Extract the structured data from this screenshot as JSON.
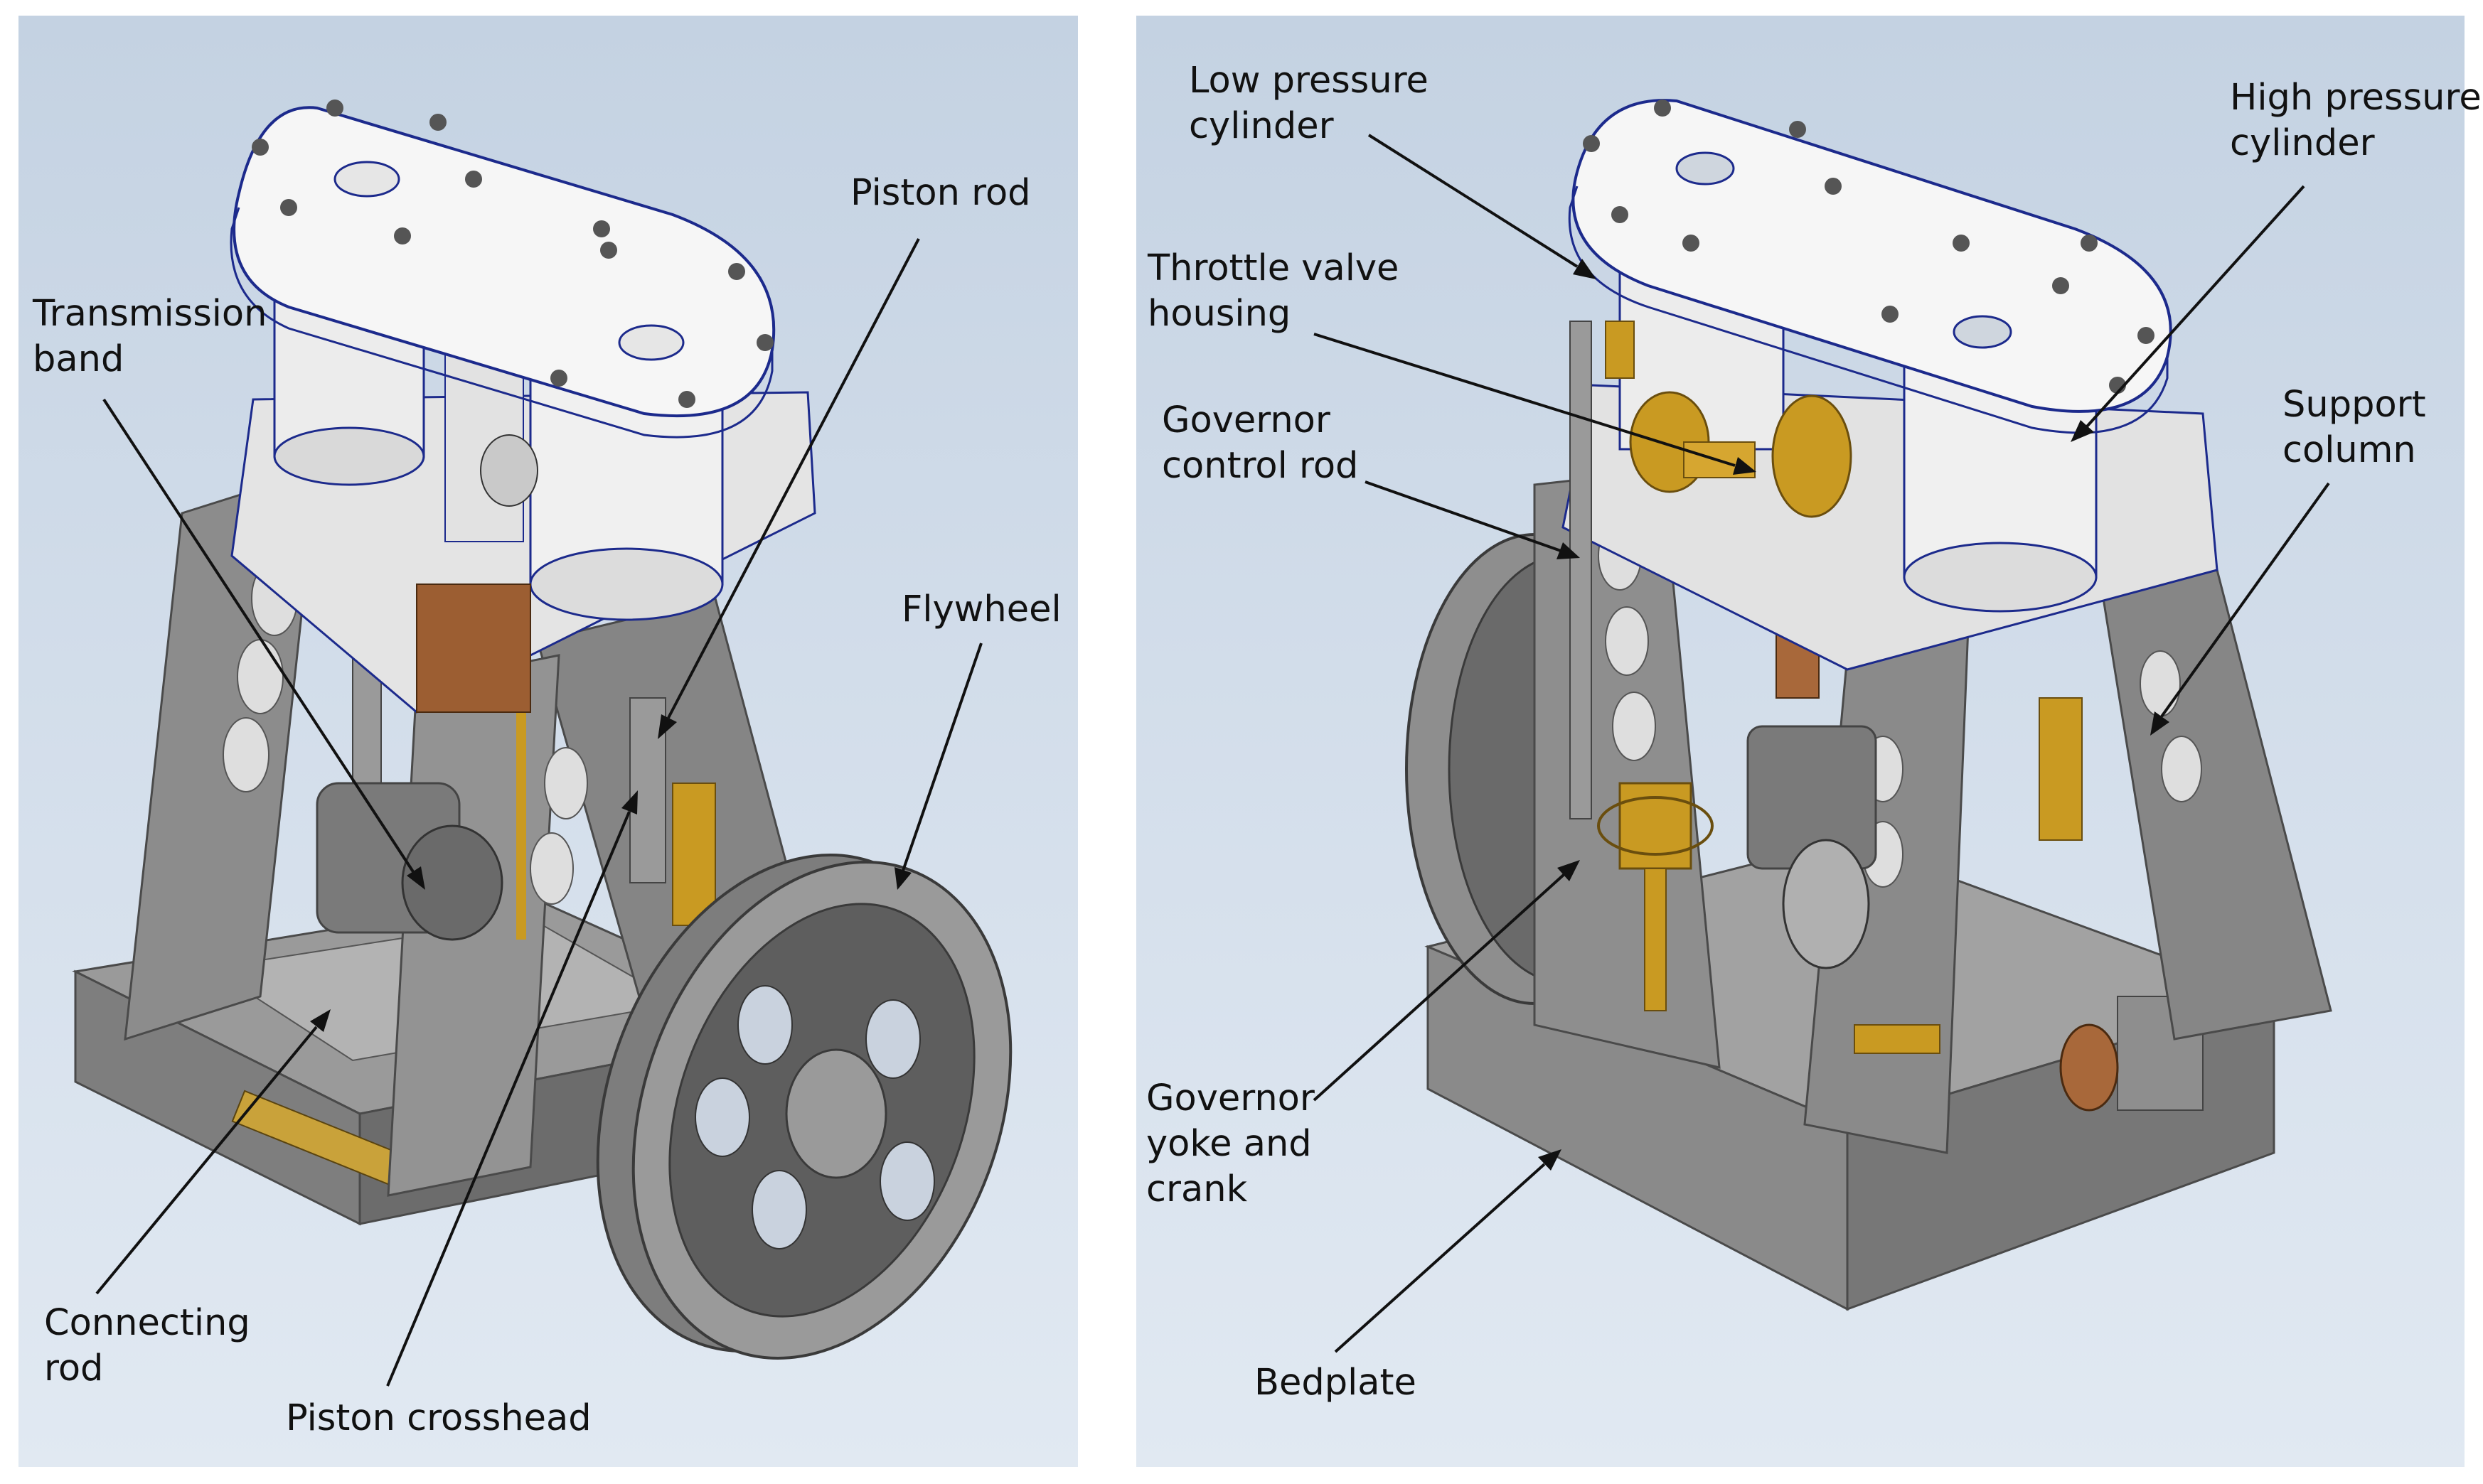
{
  "colors": {
    "background": "#c9d6e5",
    "metal_gray": "#8a8a8a",
    "metal_dark": "#5d5d5d",
    "cylinder_white": "#ececec",
    "cover_white": "#f4f4f4",
    "brass": "#c99a22",
    "copper": "#a8683a",
    "outline_blue": "#1c2a8c",
    "text": "#111111"
  },
  "left_view": {
    "labels": {
      "piston_rod": "Piston rod",
      "transmission_band": "Transmission\nband",
      "flywheel": "Flywheel",
      "connecting_rod": "Connecting\nrod",
      "piston_crosshead": "Piston crosshead"
    }
  },
  "right_view": {
    "labels": {
      "low_pressure_cylinder": "Low pressure\ncylinder",
      "high_pressure_cylinder": "High pressure\ncylinder",
      "throttle_valve_housing": "Throttle valve\nhousing",
      "governor_control_rod": "Governor\ncontrol rod",
      "support_column": "Support\ncolumn",
      "governor_yoke_and_crank": "Governor\nyoke and\ncrank",
      "bedplate": "Bedplate"
    }
  }
}
